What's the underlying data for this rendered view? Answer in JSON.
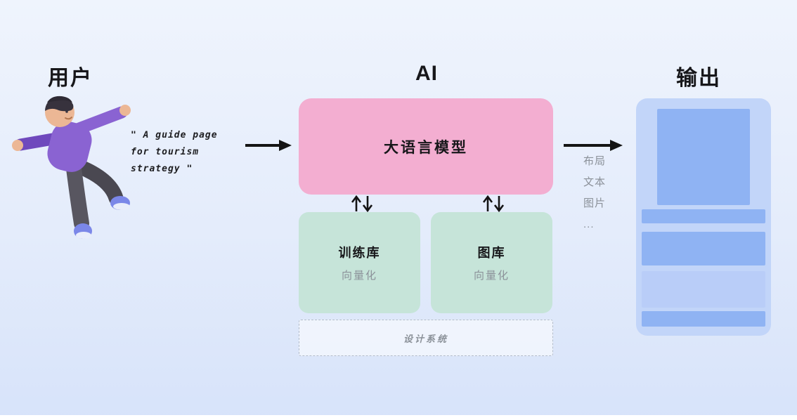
{
  "colors": {
    "background_top": "#eff4fd",
    "background_mid": "#e4ecfb",
    "background_bottom": "#d7e3fa",
    "llm_box": "#f3aed1",
    "library_box": "#c6e4d9",
    "output_panel": "#c2d5f9",
    "output_block": "#8fb3f3",
    "output_bar_light": "#b9cdf8",
    "arrow": "#141414",
    "muted_text": "#8b9199"
  },
  "user_section": {
    "title": "用户",
    "quote_lines": [
      "\" A guide page",
      "for tourism",
      "strategy \""
    ]
  },
  "ai_section": {
    "title": "AI",
    "llm_label": "大语言模型",
    "training_box": {
      "title": "训练库",
      "subtitle": "向量化"
    },
    "gallery_box": {
      "title": "图库",
      "subtitle": "向量化"
    },
    "design_system_label": "设计系统"
  },
  "output_section": {
    "title": "输出",
    "arrow_labels": [
      "布局",
      "文本",
      "图片",
      "..."
    ]
  }
}
